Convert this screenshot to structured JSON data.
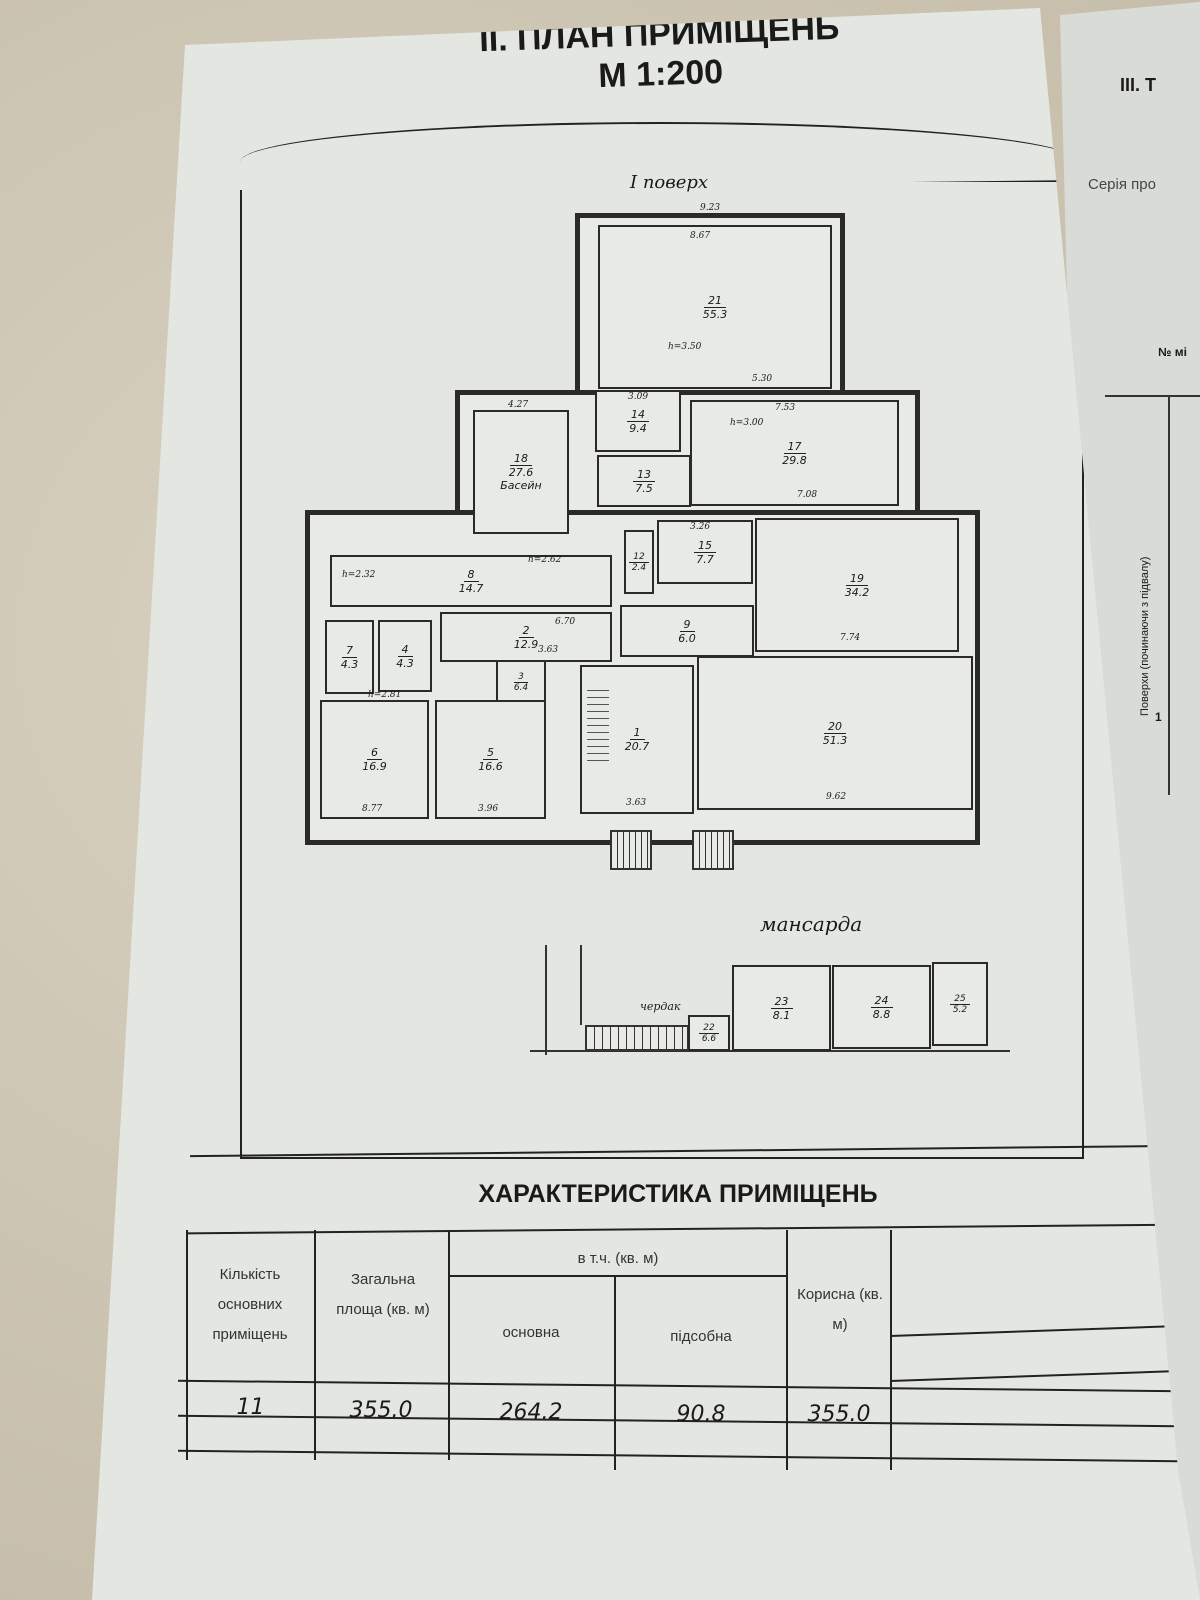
{
  "document": {
    "title": "II. ПЛАН ПРИМІЩЕНЬ",
    "scale": "М 1:200",
    "floor1_label": "I поверх",
    "mansard_label": "мансарда",
    "attic_label": "чердак",
    "rooms_floor1": [
      {
        "number": "21",
        "area": "55.3"
      },
      {
        "number": "18",
        "area": "27.6",
        "name": "Басейн"
      },
      {
        "number": "14",
        "area": "9.4"
      },
      {
        "number": "17",
        "area": "29.8"
      },
      {
        "number": "13",
        "area": "7.5"
      },
      {
        "number": "12",
        "area": "2.4"
      },
      {
        "number": "15",
        "area": "7.7"
      },
      {
        "number": "19",
        "area": "34.2"
      },
      {
        "number": "8",
        "area": "14.7"
      },
      {
        "number": "9",
        "area": "6.0"
      },
      {
        "number": "2",
        "area": "12.9"
      },
      {
        "number": "7",
        "area": "4.3"
      },
      {
        "number": "4",
        "area": "4.3"
      },
      {
        "number": "3",
        "area": "6.4"
      },
      {
        "number": "6",
        "area": "16.9"
      },
      {
        "number": "5",
        "area": "16.6"
      },
      {
        "number": "1",
        "area": "20.7"
      },
      {
        "number": "20",
        "area": "51.3"
      }
    ],
    "rooms_mansard": [
      {
        "number": "22",
        "area": "6.6"
      },
      {
        "number": "23",
        "area": "8.1"
      },
      {
        "number": "24",
        "area": "8.8"
      },
      {
        "number": "25",
        "area": "5.2"
      }
    ],
    "dimensions": [
      "9.23",
      "8.67",
      "h=3.50",
      "5.30",
      "7.53",
      "h=3.00",
      "7.08",
      "4.27",
      "3.09",
      "3.26",
      "7.74",
      "3.63",
      "h=2.32",
      "h=2.62",
      "6.70",
      "8.77",
      "3.96",
      "3.63",
      "9.62",
      "h=2.81"
    ]
  },
  "characteristics": {
    "title": "ХАРАКТЕРИСТИКА ПРИМІЩЕНЬ",
    "headers": {
      "count": "Кількість основних приміщень",
      "total": "Загальна площа (кв. м)",
      "incl": "в т.ч. (кв. м)",
      "main": "основна",
      "aux": "підсобна",
      "useful": "Корисна (кв. м)"
    },
    "row": {
      "count": "11",
      "total": "355.0",
      "main": "264.2",
      "aux": "90.8",
      "useful": "355.0"
    }
  },
  "next_sheet": {
    "title": "III. Т",
    "series": "Серія про",
    "col_no": "№ мі",
    "col_floors": "Поверхи (починаючи з підвалу)",
    "floor_value": "1"
  }
}
